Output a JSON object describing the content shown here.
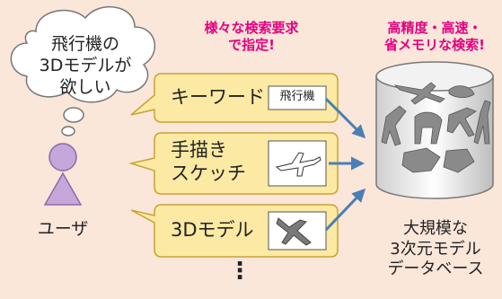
{
  "thought": {
    "line1": "飛行機の",
    "line2": "3Dモデルが",
    "line3": "欲しい"
  },
  "user_label": "ユーザ",
  "query_title": {
    "line1": "様々な検索要求",
    "line2": "で指定!"
  },
  "db_title": {
    "line1": "高精度・高速・",
    "line2": "省メモリな検索!"
  },
  "queries": [
    {
      "label": "キーワード",
      "sample": "飛行機"
    },
    {
      "label_line1": "手描き",
      "label_line2": "スケッチ"
    },
    {
      "label": "3Dモデル"
    }
  ],
  "more": "⋮",
  "database": {
    "line1": "大規模な",
    "line2": "3次元モデル",
    "line3": "データベース"
  },
  "colors": {
    "accent": "#e4007f",
    "bubble_fill": "#fce9a3",
    "bubble_stroke": "#c9a335",
    "user": "#c7a6dc",
    "arrow": "#4a7fb5"
  }
}
